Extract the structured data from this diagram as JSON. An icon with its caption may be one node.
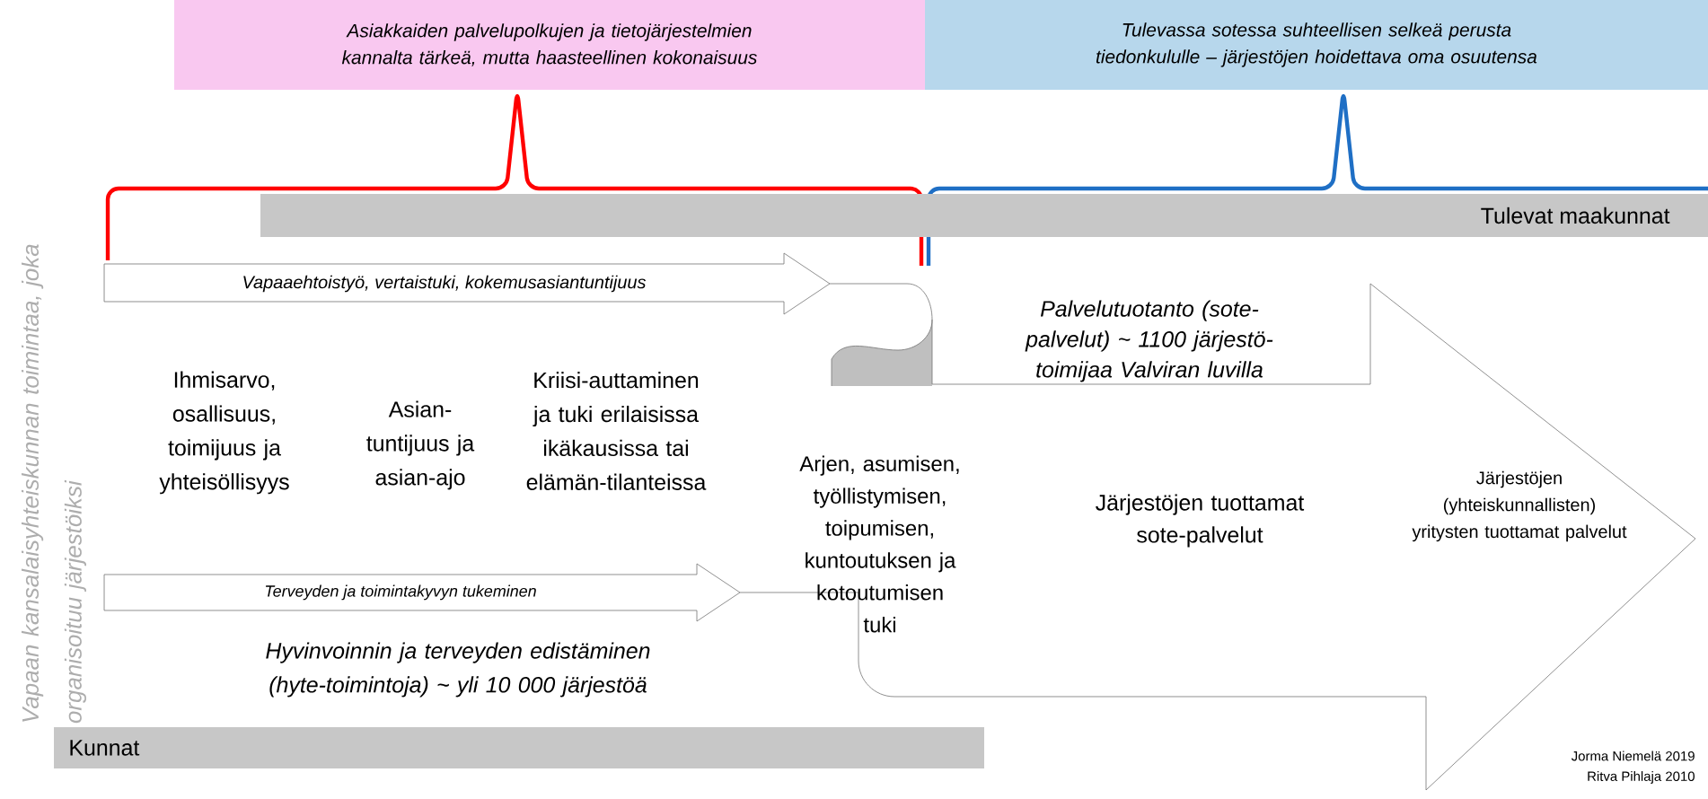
{
  "diagram": {
    "nodes": [
      {
        "text": [
          "Asiakkaiden palvelupolkujen ja tietojärjestelmien kannalta tärkeä, mutta haasteellinen kokonaisuus"
        ]
      },
      {
        "text": [
          "Tulevassa sotessa suhteellisen selkeä perusta tiedonkululle – järjestöjen hoidettava oma osuutensa"
        ]
      },
      {
        "text": [
          "Tulevat maakunnat"
        ]
      },
      {
        "text": [
          "Kunnat"
        ]
      },
      {
        "text": [
          "Vapaaehtoistyö, vertaistuki, kokemusasiantuntijuus"
        ]
      },
      {
        "text": [
          "Terveyden ja toimintakyvyn tukeminen"
        ]
      },
      {
        "text": [
          "Palvelutuotanto (sote-palvelut) ~ 1100 järjestö-toimijaa Valviran luvilla",
          "Arjen, asumisen, työllistymisen, toipumisen, kuntoutuksen ja kotoutumisen tuki",
          "Järjestöjen tuottamat sote-palvelut",
          "Järjestöjen (yhteiskunnallisten) yritysten tuottamat palvelut"
        ]
      }
    ],
    "labels": [
      "Vapaan kansalaisyhteiskunnan toimintaa, joka organisoituu järjestöiksi",
      "Ihmisarvo, osallisuus, toimijuus ja yhteisöllisyys",
      "Asian-tuntijuus ja asian-ajo",
      "Kriisi-auttaminen ja tuki erilaisissa ikäkausissa tai elämän-tilanteissa",
      "Hyvinvoinnin ja terveyden edistäminen (hyte-toimintoja) ~ yli 10 000 järjestöä",
      "Jorma Niemelä 2019",
      "Ritva Pihlaja 2010"
    ]
  }
}
